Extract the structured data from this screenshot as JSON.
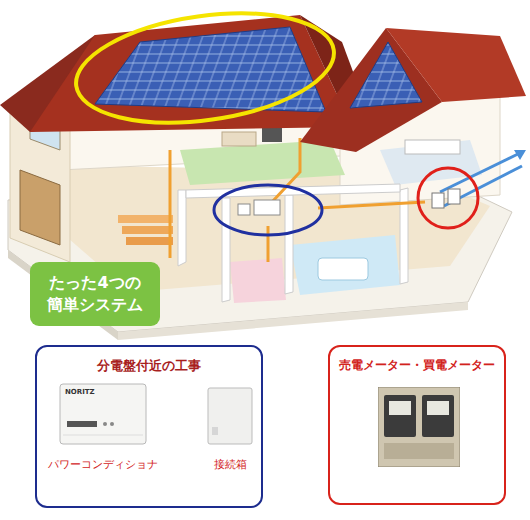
{
  "diagram": {
    "nodes": [
      {
        "text": [
          "たった4つの 簡単システム"
        ]
      },
      {
        "text": [
          "分電盤付近の工事"
        ]
      },
      {
        "text": [
          "NORITZ",
          "パワーコンディショナ"
        ],
        "in": 1
      },
      {
        "text": [
          "接続箱"
        ],
        "in": 1
      },
      {
        "text": [
          "売電メーター・買電メーター"
        ]
      }
    ]
  }
}
